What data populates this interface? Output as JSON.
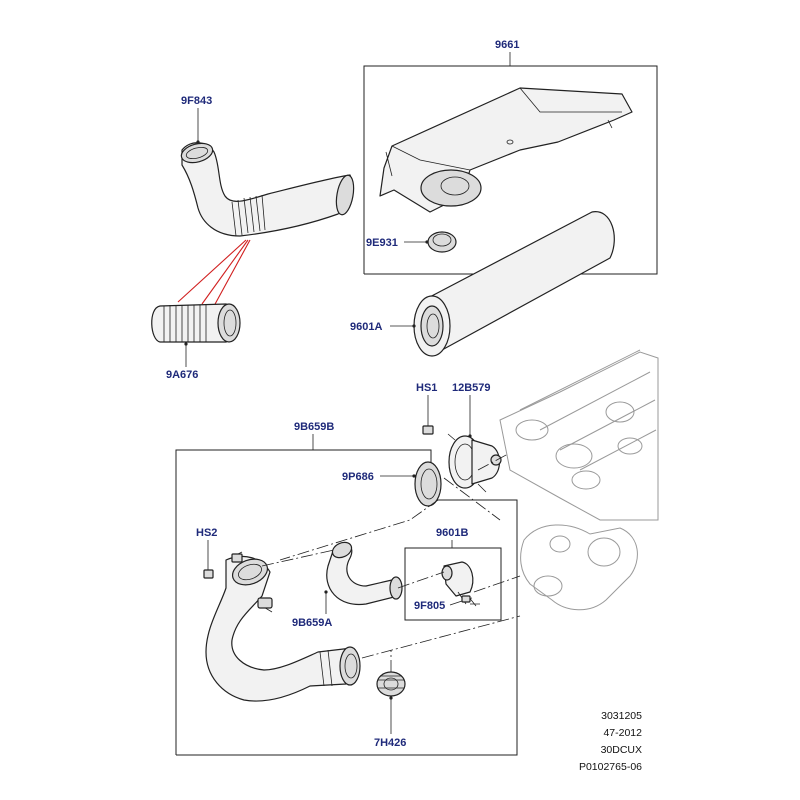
{
  "callouts": {
    "c9661": "9661",
    "c9F843": "9F843",
    "c9E931": "9E931",
    "c9601A": "9601A",
    "c9A676": "9A676",
    "cHS1": "HS1",
    "c12B579": "12B579",
    "c9B659B": "9B659B",
    "c9P686": "9P686",
    "cHS2": "HS2",
    "c9601B": "9601B",
    "c9F805": "9F805",
    "c9B659A": "9B659A",
    "c7H426": "7H426"
  },
  "reference": {
    "line1": "3031205",
    "line2": "47-2012",
    "line3": "30DCUX",
    "line4": "P0102765-06"
  },
  "colors": {
    "callout_text": "#1f2a7a",
    "line": "#222222",
    "highlight_leader": "#d11f1f",
    "ghost_engine": "#9a9a9a"
  }
}
